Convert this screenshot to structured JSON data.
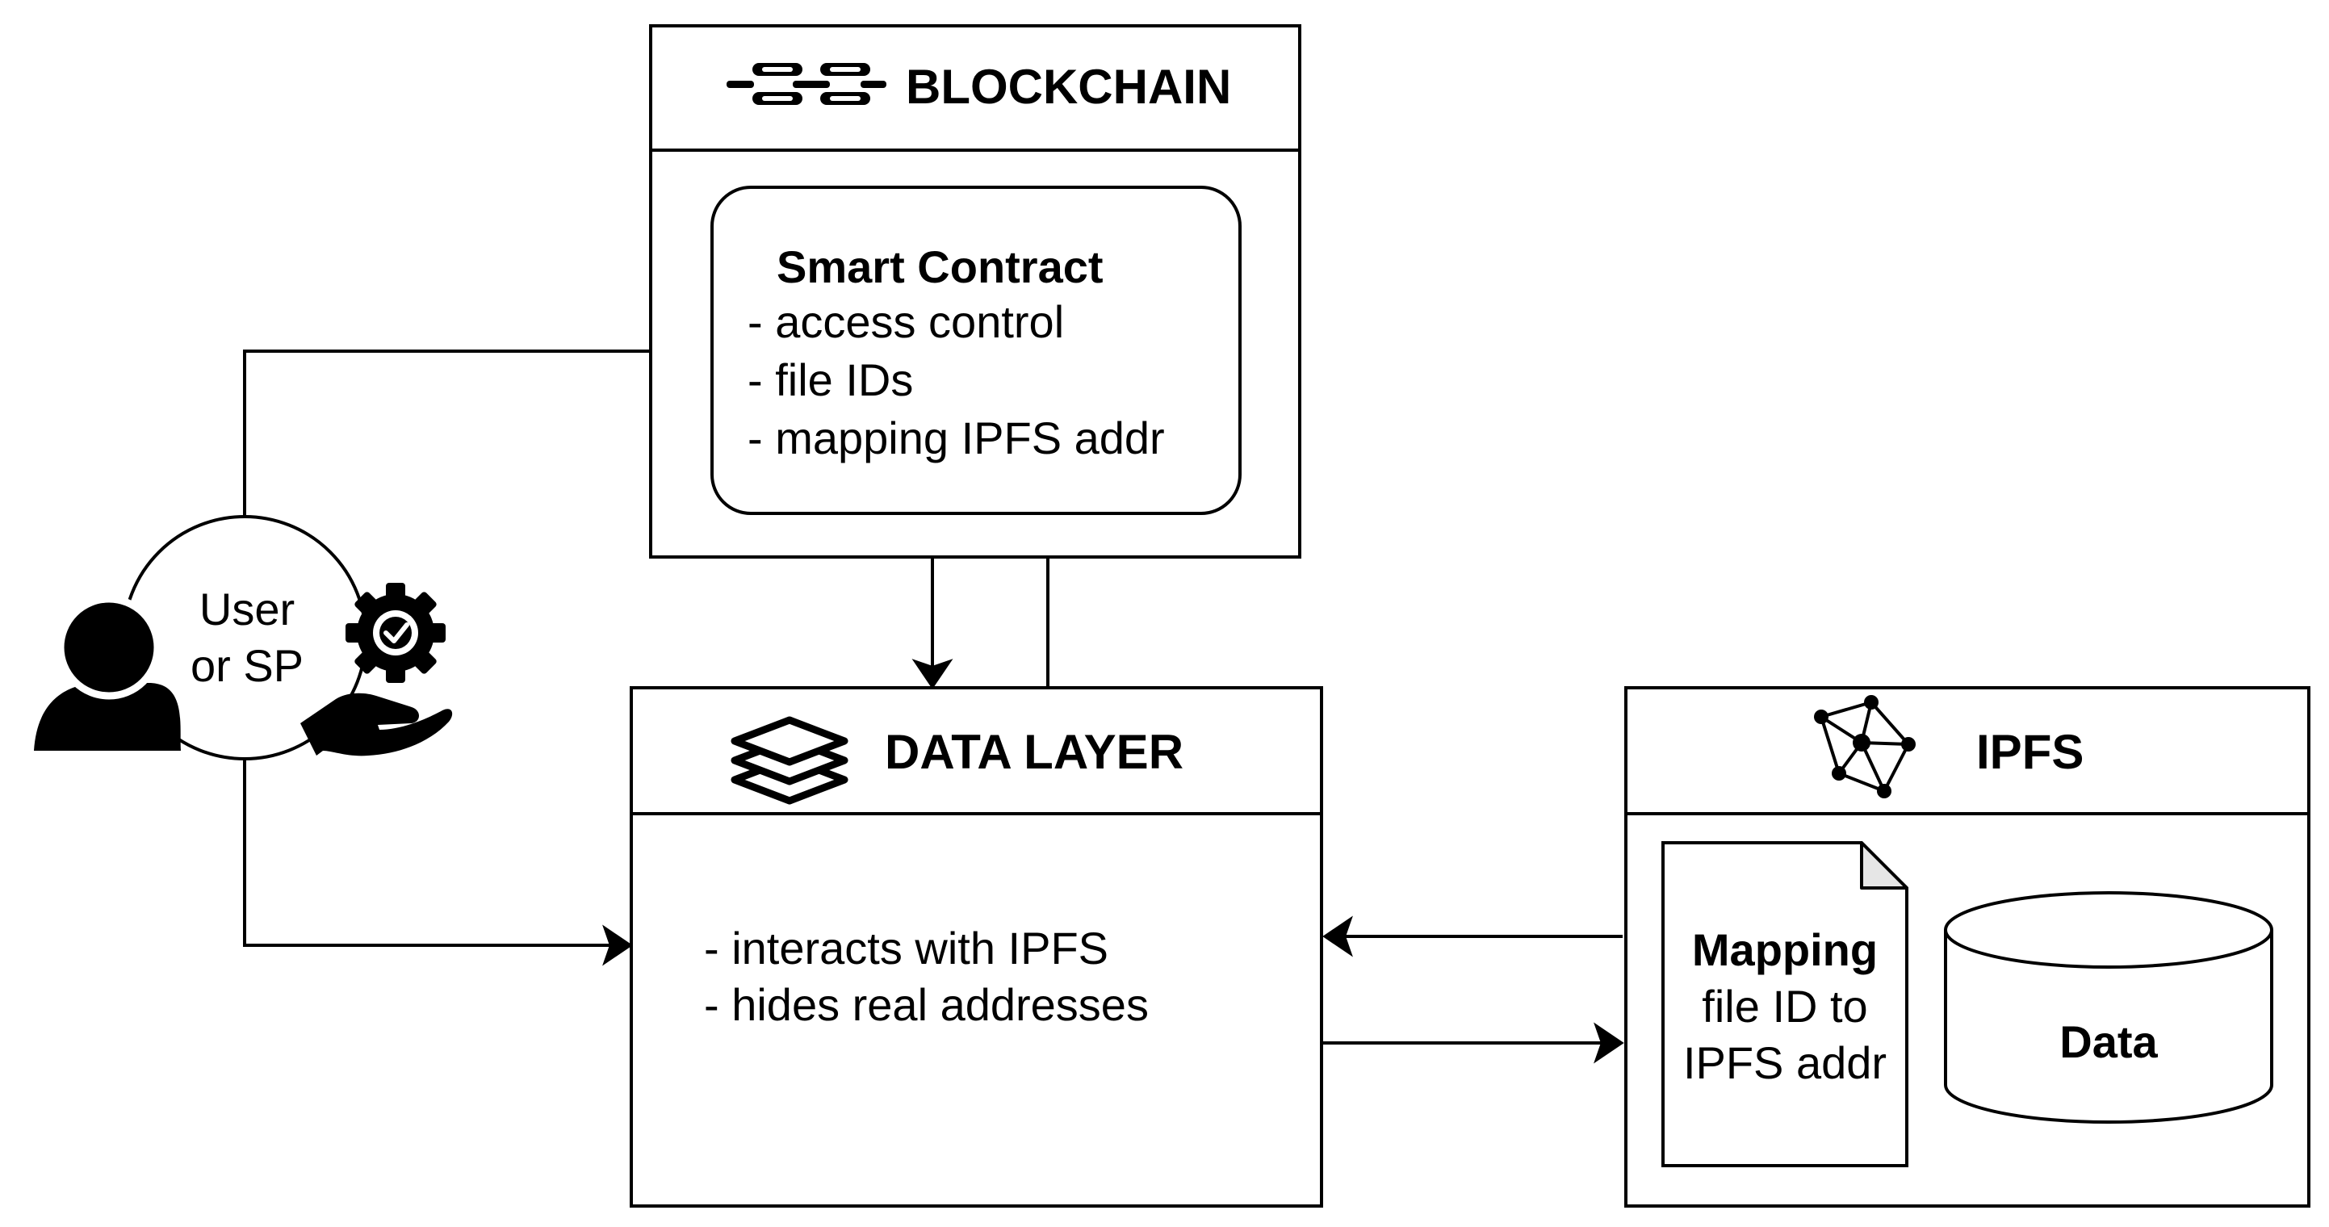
{
  "blockchain": {
    "title": "BLOCKCHAIN",
    "icon": "chain-link-icon",
    "smart_contract": {
      "title": "Smart Contract",
      "lines": [
        "- access control",
        "- file IDs",
        "- mapping IPFS addr"
      ]
    }
  },
  "data_layer": {
    "title": "DATA LAYER",
    "icon": "layers-icon",
    "lines": [
      "- interacts with IPFS",
      "- hides real addresses"
    ]
  },
  "ipfs": {
    "title": "IPFS",
    "icon": "network-nodes-icon",
    "mapping": {
      "title": "Mapping",
      "lines": [
        "file ID to",
        "IPFS addr"
      ]
    },
    "data_store": {
      "label": "Data"
    }
  },
  "actor": {
    "lines": [
      "User",
      "or SP"
    ],
    "icons": [
      "user-icon",
      "gear-check-icon",
      "hand-icon"
    ]
  }
}
